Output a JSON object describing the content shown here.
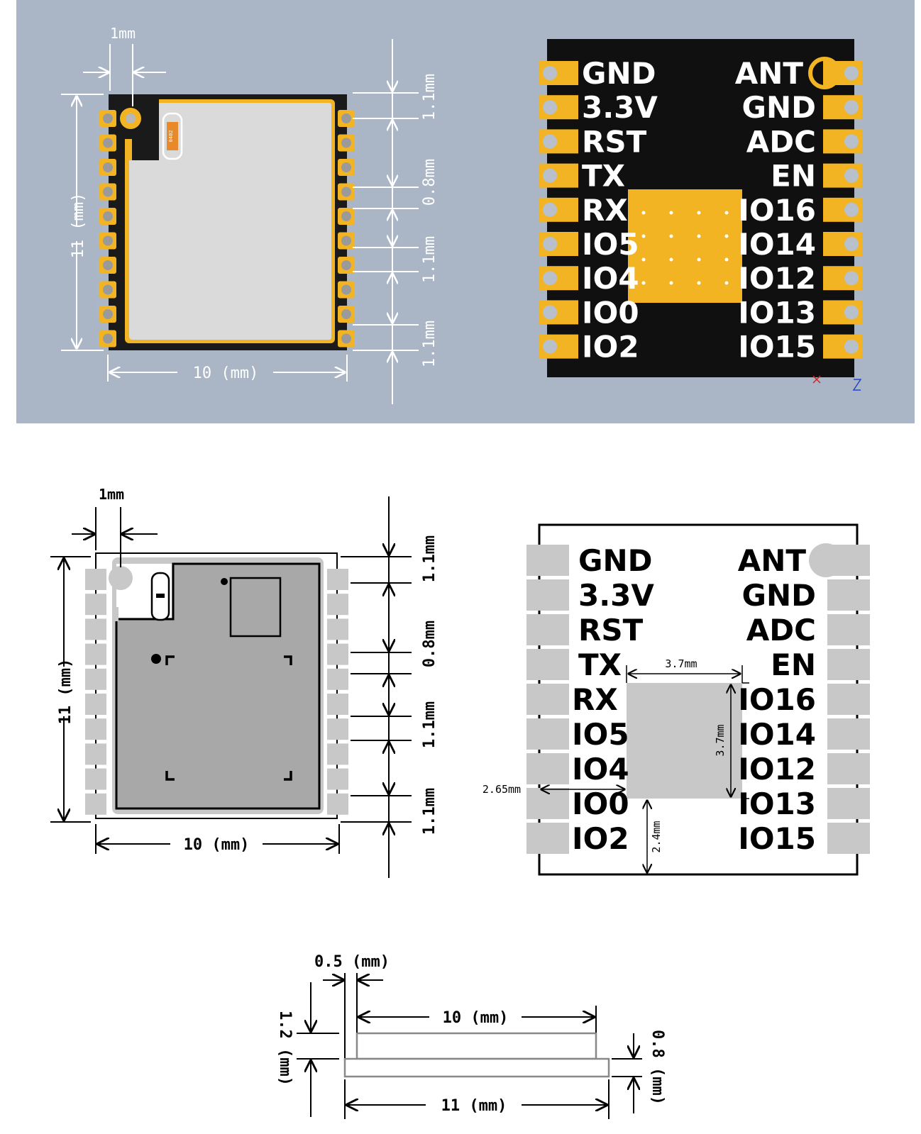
{
  "colors": {
    "panel_bg": "#aab6c6",
    "pcb": "#111111",
    "gold": "#f2b422",
    "shield": "#d9d9d9",
    "drawing_gray": "#c8c8c8",
    "drawing_dark": "#a8a8a8",
    "ink": "#000000",
    "dim_white": "#ffffff"
  },
  "top_render": {
    "w_label": "10 (mm)",
    "h_label": "11 (mm)",
    "pitch_label": "1mm",
    "r1": "1.1mm",
    "r2": "0.8mm",
    "r3": "1.1mm",
    "r4": "1.1mm",
    "resistor": "0402"
  },
  "pins": {
    "left": [
      "GND",
      "3.3V",
      "RST",
      "TX",
      "RX",
      "IO5",
      "IO4",
      "IO0",
      "IO2"
    ],
    "right": [
      "ANT",
      "GND",
      "ADC",
      "EN",
      "IO16",
      "IO14",
      "IO12",
      "IO13",
      "IO15"
    ]
  },
  "drawing": {
    "w_label": "10 (mm)",
    "h_label": "11 (mm)",
    "pitch_label": "1mm",
    "r1": "1.1mm",
    "r2": "0.8mm",
    "r3": "1.1mm",
    "r4": "1.1mm"
  },
  "pad_drawing": {
    "pad_w": "3.7mm",
    "pad_h": "3.7mm",
    "left_offset": "2.65mm",
    "bottom_offset": "2.4mm"
  },
  "side_view": {
    "offset": "0.5 (mm)",
    "top_w": "10 (mm)",
    "total_h": "1.2 (mm)",
    "base_h": "0.8 (mm)",
    "base_w": "11 (mm)"
  }
}
